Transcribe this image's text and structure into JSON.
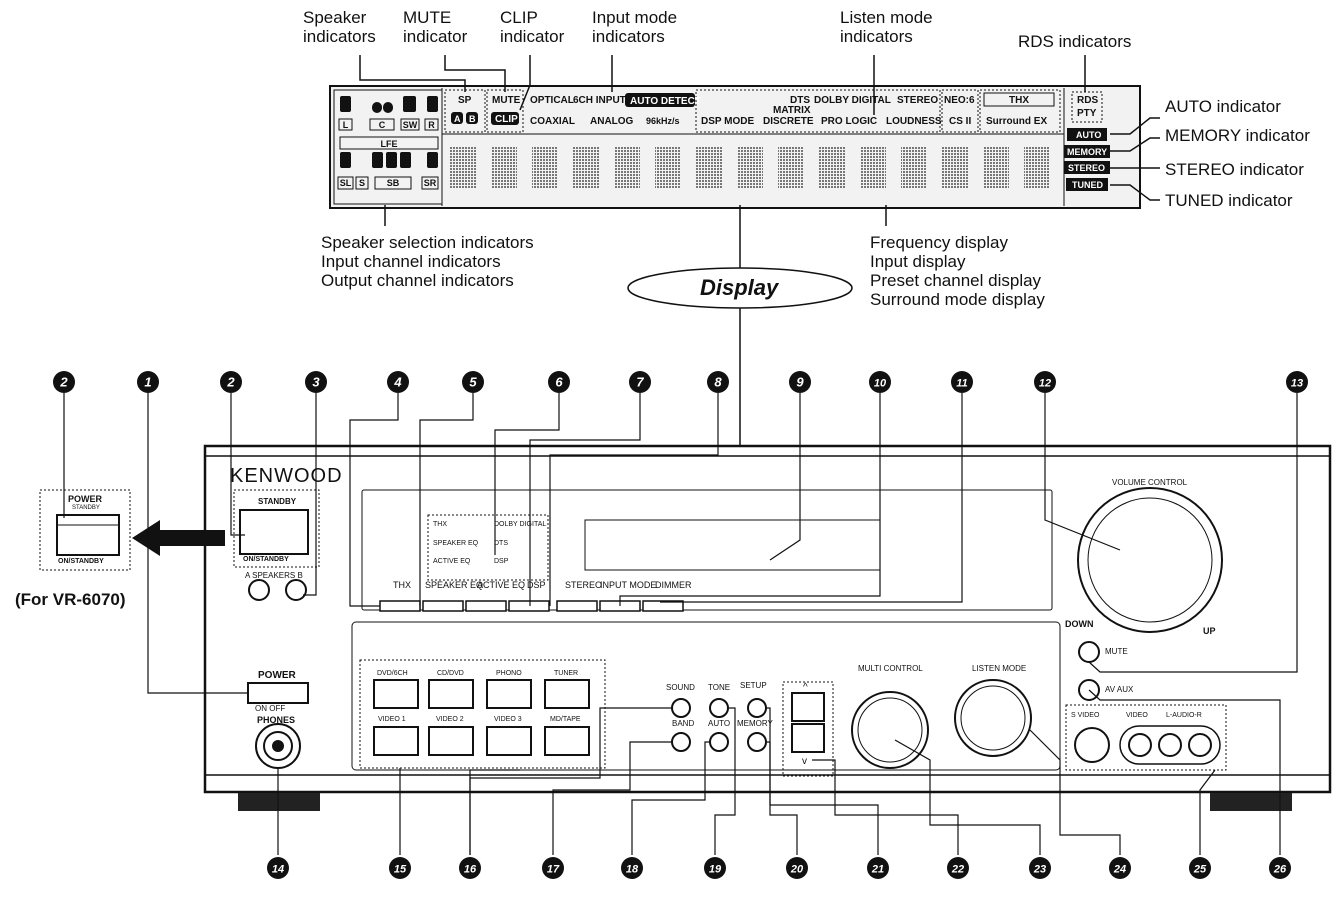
{
  "callouts": {
    "speaker_ind": "Speaker\nindicators",
    "mute_ind": "MUTE\nindicator",
    "clip_ind": "CLIP\nindicator",
    "input_mode_ind": "Input mode\nindicators",
    "listen_mode_ind": "Listen mode\nindicators",
    "rds_ind": "RDS indicators",
    "auto_ind": "AUTO indicator",
    "memory_ind": "MEMORY indicator",
    "stereo_ind": "STEREO indicator",
    "tuned_ind": "TUNED indicator",
    "speaker_selection": "Speaker selection indicators\nInput channel indicators\nOutput channel indicators",
    "display_list": "Frequency display\nInput display\nPreset channel display\nSurround mode display",
    "display_label": "Display",
    "for_model": "(For VR-6070)"
  },
  "lcd": {
    "sp": "SP",
    "a": "A",
    "b": "B",
    "mute": "MUTE",
    "clip": "CLIP",
    "optical": "OPTICAL",
    "sixch": "6CH INPUT",
    "auto_detect": "AUTO DETECT",
    "coaxial": "COAXIAL",
    "analog": "ANALOG",
    "khz": "96kHz/s",
    "dsp_mode": "DSP MODE",
    "dts": "DTS",
    "matrix": "MATRIX",
    "discrete": "DISCRETE",
    "dolby_digital": "DOLBY DIGITAL",
    "pro_logic": "PRO LOGIC",
    "stereo": "STEREO",
    "loudness": "LOUDNESS",
    "neo6": "NEO:6",
    "cs2": "CS II",
    "thx": "THX",
    "surround_ex": "Surround EX",
    "rds": "RDS",
    "pty": "PTY",
    "auto": "AUTO",
    "memory": "MEMORY",
    "stereo_box": "STEREO",
    "tuned": "TUNED",
    "spk_l": "L",
    "spk_c": "C",
    "spk_sw": "SW",
    "spk_r": "R",
    "lfe": "LFE",
    "spk_sl": "SL",
    "spk_s": "S",
    "spk_sb": "SB",
    "spk_sr": "SR"
  },
  "numbers": [
    "2",
    "1",
    "2",
    "3",
    "4",
    "5",
    "6",
    "7",
    "8",
    "9",
    "10",
    "11",
    "12",
    "13",
    "14",
    "15",
    "16",
    "17",
    "18",
    "19",
    "20",
    "21",
    "22",
    "23",
    "24",
    "25",
    "26"
  ],
  "panel": {
    "brand": "KENWOOD",
    "standby": "STANDBY",
    "on_standby": "ON/STANDBY",
    "speakers": "A SPEAKERS B",
    "power_inset": "POWER",
    "power_inset_standby": "STANDBY",
    "power_inset_on": "ON/STANDBY",
    "ind_thx": "THX",
    "ind_speakereq": "SPEAKER EQ",
    "ind_activeeq": "ACTIVE EQ",
    "ind_dolby": "DOLBY DIGITAL",
    "ind_dts": "DTS",
    "ind_dsp": "DSP",
    "btn_thx": "THX",
    "btn_speakereq": "SPEAKER EQ",
    "btn_activeeq": "ACTIVE EQ",
    "btn_dsp": "DSP",
    "btn_stereo": "STEREO",
    "btn_inputmode": "INPUT MODE",
    "btn_dimmer": "DIMMER",
    "volume_control": "VOLUME CONTROL",
    "down": "DOWN",
    "up": "UP",
    "mute": "MUTE",
    "av_aux": "AV AUX",
    "power": "POWER",
    "on_off": "ON  OFF",
    "phones": "PHONES",
    "src_dvd6ch": "DVD/6CH",
    "src_cddvd": "CD/DVD",
    "src_phono": "PHONO",
    "src_tuner": "TUNER",
    "src_video1": "VIDEO 1",
    "src_video2": "VIDEO 2",
    "src_video3": "VIDEO 3",
    "src_mdtape": "MD/TAPE",
    "sound": "SOUND",
    "tone": "TONE",
    "setup": "SETUP",
    "band": "BAND",
    "auto": "AUTO",
    "memory": "MEMORY",
    "multi_control": "MULTI CONTROL",
    "listen_mode": "LISTEN MODE",
    "s_video": "S VIDEO",
    "video": "VIDEO",
    "l_audio_r": "L-AUDIO-R"
  }
}
